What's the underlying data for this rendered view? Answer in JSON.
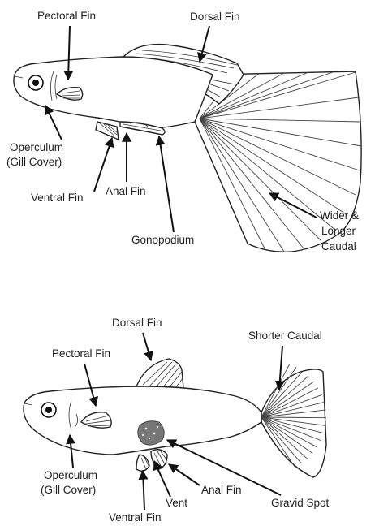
{
  "male": {
    "labels": {
      "pectoral_fin": "Pectoral Fin",
      "dorsal_fin": "Dorsal Fin",
      "operculum_line1": "Operculum",
      "operculum_line2": "(Gill Cover)",
      "ventral_fin": "Ventral Fin",
      "anal_fin": "Anal Fin",
      "gonopodium": "Gonopodium",
      "caudal_line1": "Wider &",
      "caudal_line2": "Longer",
      "caudal_line3": "Caudal"
    }
  },
  "female": {
    "labels": {
      "dorsal_fin": "Dorsal Fin",
      "shorter_caudal": "Shorter Caudal",
      "pectoral_fin": "Pectoral Fin",
      "operculum_line1": "Operculum",
      "operculum_line2": "(Gill Cover)",
      "anal_fin": "Anal Fin",
      "vent": "Vent",
      "gravid_spot": "Gravid Spot",
      "ventral_fin": "Ventral Fin"
    }
  },
  "colors": {
    "line": "#222222",
    "background": "#ffffff",
    "gravid_spot": "#555555"
  }
}
